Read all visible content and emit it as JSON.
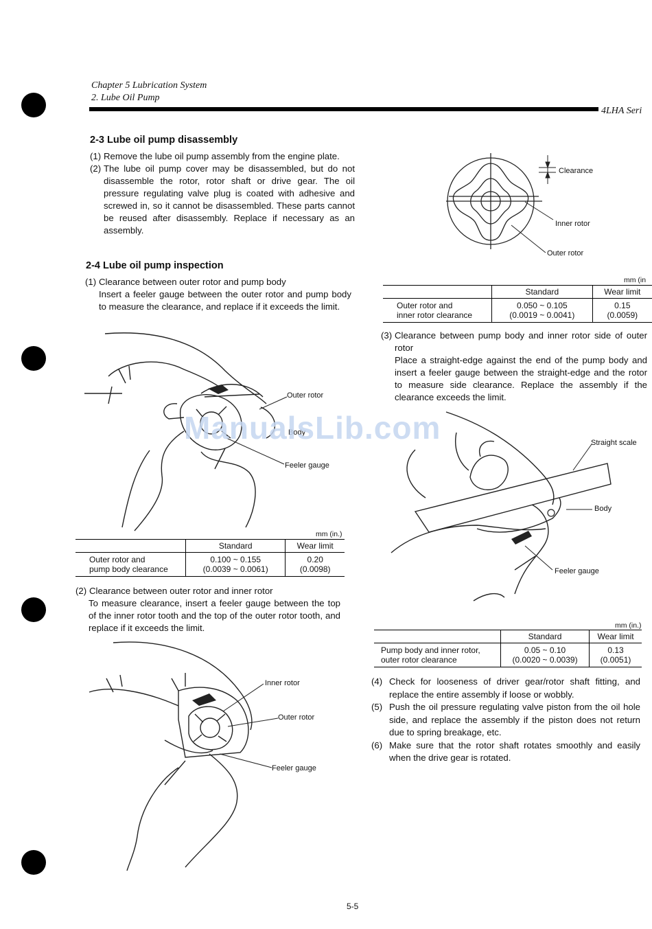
{
  "header": {
    "chapter": "Chapter 5 Lubrication System",
    "section": "2. Lube Oil Pump",
    "series": "4LHA Seri"
  },
  "sec23": {
    "title": "2-3 Lube oil pump disassembly",
    "items": [
      {
        "num": "(1)",
        "text": "Remove the lube oil pump assembly from the engine plate."
      },
      {
        "num": "(2)",
        "text": "The lube oil pump cover may be disassembled, but do not disassemble the rotor, rotor shaft or drive gear. The oil pressure regulating valve plug is coated with adhesive and screwed in, so it cannot be disassembled. These parts cannot be reused after disassembly. Replace if necessary as an assembly."
      }
    ]
  },
  "sec24": {
    "title": "2-4 Lube oil pump inspection",
    "item1": {
      "num": "(1)",
      "text": "Clearance between outer rotor and pump body",
      "body": "Insert a feeler gauge between the outer rotor and pump body to measure the clearance, and replace if it exceeds the limit."
    },
    "item2": {
      "num": "(2)",
      "text": "Clearance between outer rotor and inner rotor",
      "body": "To measure clearance, insert a feeler gauge between the top of the inner rotor tooth and the top of the outer rotor tooth, and replace if it exceeds the limit."
    }
  },
  "fig1": {
    "outer_rotor": "Outer rotor",
    "feeler_gauge": "Feeler gauge",
    "body_fragment": "Body"
  },
  "table1": {
    "unit": "mm (in.)",
    "col_standard": "Standard",
    "col_limit": "Wear limit",
    "row_label_1": "Outer rotor and",
    "row_label_2": "pump body clearance",
    "std_mm": "0.100 ~ 0.155",
    "std_in": "(0.0039 ~ 0.0061)",
    "lim_mm": "0.20",
    "lim_in": "(0.0098)"
  },
  "fig2": {
    "inner_rotor": "Inner rotor",
    "outer_rotor": "Outer rotor",
    "feeler_gauge": "Feeler gauge"
  },
  "fig3": {
    "clearance": "Clearance",
    "inner_rotor": "Inner rotor",
    "outer_rotor": "Outer rotor"
  },
  "table2": {
    "unit": "mm (in",
    "col_standard": "Standard",
    "col_limit": "Wear limit",
    "row_label_1": "Outer rotor and",
    "row_label_2": "inner rotor clearance",
    "std_mm": "0.050 ~ 0.105",
    "std_in": "(0.0019 ~ 0.0041)",
    "lim_mm": "0.15",
    "lim_in": "(0.0059)"
  },
  "item3": {
    "num": "(3)",
    "text": "Clearance between pump body and inner rotor side of outer rotor",
    "body": "Place a straight-edge against the end of the pump body and insert a feeler gauge between the straight-edge and the rotor to measure side clearance. Replace the assembly if the clearance exceeds the limit."
  },
  "fig4": {
    "straight_scale": "Straight scale",
    "body": "Body",
    "feeler_gauge": "Feeler gauge"
  },
  "table3": {
    "unit": "mm (in.)",
    "col_standard": "Standard",
    "col_limit": "Wear limit",
    "row_label_1": "Pump body and inner rotor,",
    "row_label_2": "outer rotor clearance",
    "std_mm": "0.05 ~ 0.10",
    "std_in": "(0.0020 ~ 0.0039)",
    "lim_mm": "0.13",
    "lim_in": "(0.0051)"
  },
  "items_tail": [
    {
      "num": "(4)",
      "text": "Check for looseness of driver gear/rotor shaft fitting, and replace the entire assembly if loose or wobbly."
    },
    {
      "num": "(5)",
      "text": "Push the oil pressure regulating valve piston from the oil hole side, and replace the assembly if the piston does not return due to spring breakage, etc."
    },
    {
      "num": "(6)",
      "text": "Make sure that the rotor shaft rotates smoothly and easily when the drive gear is rotated."
    }
  ],
  "watermark": "ManualsLib.com",
  "page_number": "5-5"
}
